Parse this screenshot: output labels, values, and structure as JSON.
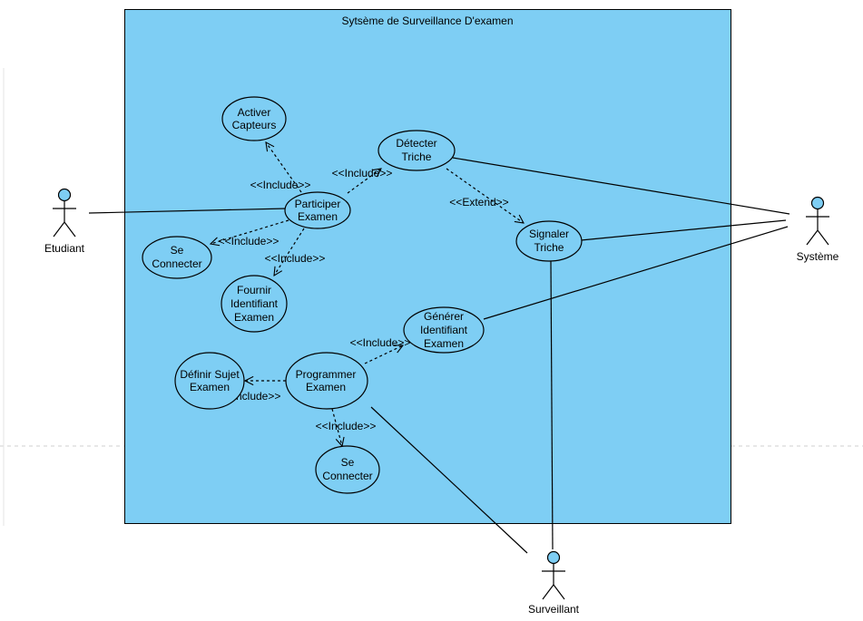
{
  "system": {
    "title": "Sytsème de Surveillance D'examen"
  },
  "actors": {
    "etudiant": "Etudiant",
    "systeme": "Système",
    "surveillant": "Surveillant"
  },
  "use_cases": {
    "activer": [
      "Activer",
      "Capteurs"
    ],
    "detecter": [
      "Détecter",
      "Triche"
    ],
    "participer": [
      "Participer",
      "Examen"
    ],
    "se_connecter_1": [
      "Se",
      "Connecter"
    ],
    "fournir": [
      "Fournir",
      "Identifiant",
      "Examen"
    ],
    "signaler": [
      "Signaler",
      "Triche"
    ],
    "generer": [
      "Générer",
      "Identifiant",
      "Examen"
    ],
    "definir": [
      "Définir Sujet",
      "Examen"
    ],
    "programmer": [
      "Programmer",
      "Examen"
    ],
    "se_connecter_2": [
      "Se",
      "Connecter"
    ]
  },
  "relations": {
    "include": "<<Include>>",
    "extend": "<<Extend>>"
  },
  "colors": {
    "system_fill": "#7ecef4",
    "actor_head": "#7ecef4",
    "stroke": "#000000"
  }
}
